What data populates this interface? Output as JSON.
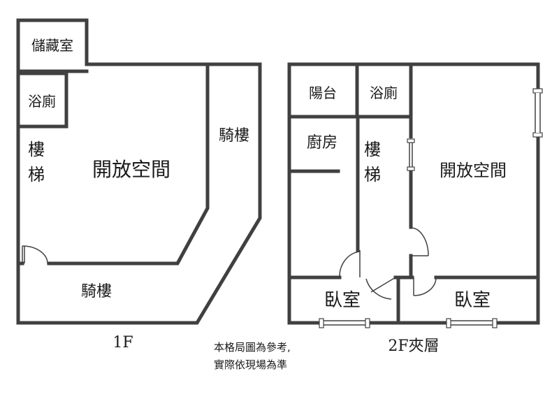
{
  "floor_1f": {
    "label": "1F",
    "rooms": {
      "storage": "儲藏室",
      "bathroom": "浴廁",
      "stairs_top": "樓",
      "stairs_bottom": "梯",
      "open_space": "開放空間",
      "arcade_side": "騎樓",
      "arcade_bottom": "騎樓"
    }
  },
  "floor_2f": {
    "label": "2F夾層",
    "rooms": {
      "balcony": "陽台",
      "bathroom": "浴廁",
      "kitchen": "廚房",
      "stairs_top": "樓",
      "stairs_bottom": "梯",
      "open_space": "開放空間",
      "bedroom_left": "臥室",
      "bedroom_right": "臥室"
    }
  },
  "note": {
    "line1": "本格局圖為參考,",
    "line2": "實際依現場為準"
  }
}
